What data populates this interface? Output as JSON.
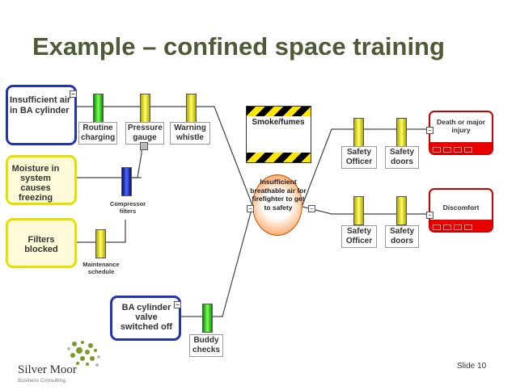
{
  "title": "Example – confined space training",
  "threats": {
    "t1": "Insufficient air in BA cylinder",
    "t2": "Moisture in system causes freezing",
    "t3": "Filters blocked",
    "t4": "BA cylinder valve switched off"
  },
  "barriers": {
    "routine": "Routine charging",
    "pressure": "Pressure gauge",
    "whistle": "Warning whistle",
    "compressor": "Compressor filters",
    "maintenance": "Maintenance schedule",
    "buddy": "Buddy checks",
    "safety_officer_1": "Safety Officer",
    "safety_doors_1": "Safety doors",
    "safety_officer_2": "Safety Officer",
    "safety_doors_2": "Safety doors"
  },
  "hazard": "Smoke/fumes",
  "top_event": "Insufficient breathable air for firefighter to get to safety",
  "consequences": {
    "c1": "Death or major injury",
    "c2": "Discomfort"
  },
  "minus": "−",
  "logo": {
    "name": "Silver Moor",
    "tagline": "Business Consulting"
  },
  "slide_number": "Slide 10",
  "colors": {
    "title": "#4f5a37",
    "threat_border": "#2233b5",
    "consequence": "#e60000",
    "logo": "#7a9a2a"
  }
}
